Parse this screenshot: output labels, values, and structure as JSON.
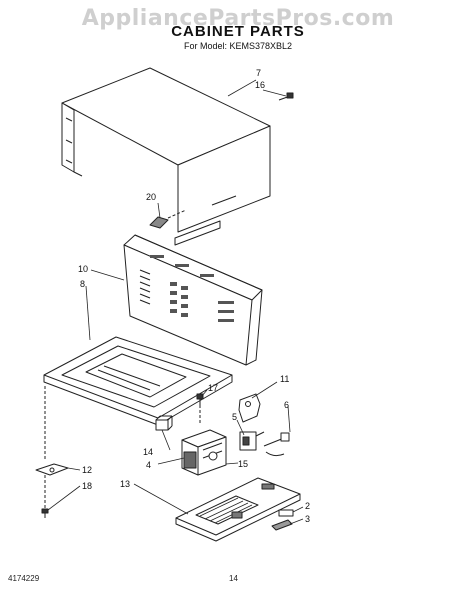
{
  "watermark": "AppliancePartsPros.com",
  "title": "CABINET PARTS",
  "subtitle": "For Model: KEMS378XBL2",
  "footer": {
    "code": "4174229",
    "page": "14"
  },
  "callouts": {
    "c7": "7",
    "c16": "16",
    "c20": "20",
    "c10": "10",
    "c8": "8",
    "c17": "17",
    "c11": "11",
    "c6": "6",
    "c5": "5",
    "c14": "14",
    "c4": "4",
    "c15": "15",
    "c12": "12",
    "c18": "18",
    "c13": "13",
    "c2": "2",
    "c3": "3"
  }
}
